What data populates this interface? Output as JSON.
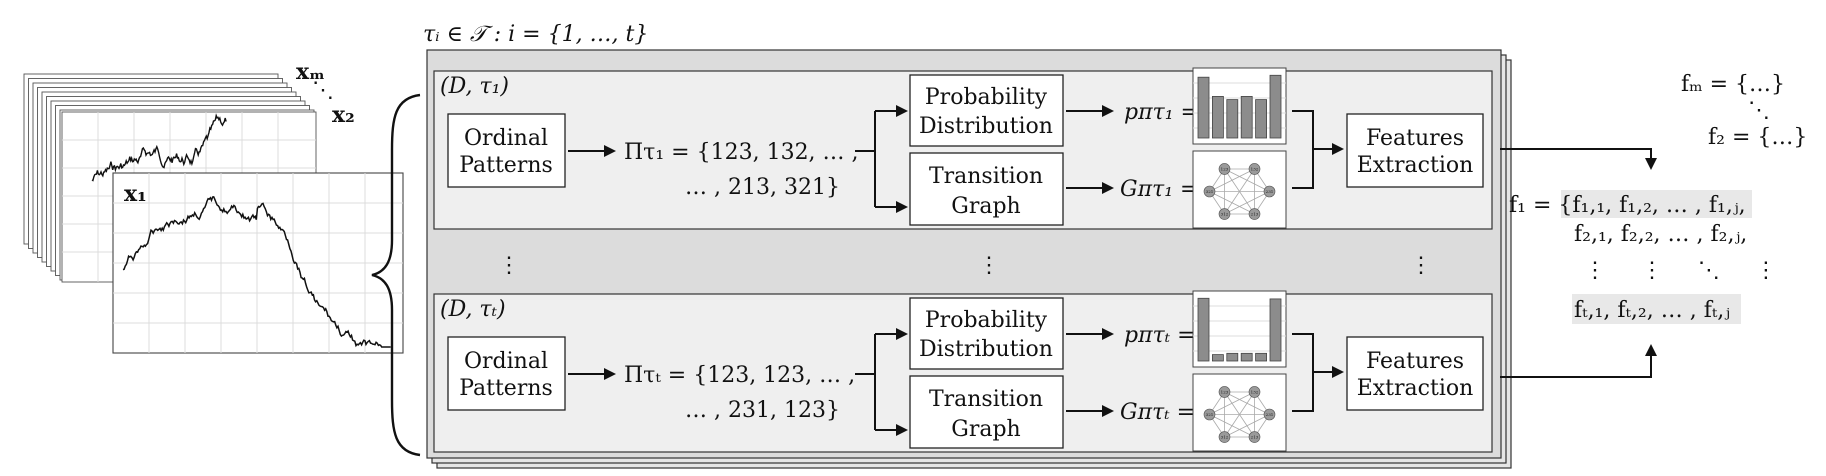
{
  "stack": {
    "label_first": "x₁",
    "label_second": "x₂",
    "label_last": "xₘ",
    "dots": "⋱"
  },
  "main": {
    "header": "τᵢ ∈ 𝒯 : i = {1, …, t}",
    "vdots": "⋮",
    "panels": [
      {
        "tag": "(D, τ₁)",
        "ordinal": [
          "Ordinal",
          "Patterns"
        ],
        "pi_line1": "Πτ₁ = {123, 132, … ,",
        "pi_line2": "… , 213, 321}",
        "prob": [
          "Probability",
          "Distribution"
        ],
        "trans": [
          "Transition",
          "Graph"
        ],
        "p_label": "pπτ₁ =",
        "g_label": "Gπτ₁ =",
        "features": [
          "Features",
          "Extraction"
        ],
        "hist_values": [
          0.95,
          0.65,
          0.6,
          0.65,
          0.6,
          0.98
        ]
      },
      {
        "tag": "(D, τₜ)",
        "ordinal": [
          "Ordinal",
          "Patterns"
        ],
        "pi_line1": "Πτₜ = {123, 123, … ,",
        "pi_line2": "… , 231, 123}",
        "prob": [
          "Probability",
          "Distribution"
        ],
        "trans": [
          "Transition",
          "Graph"
        ],
        "p_label": "pπτₜ =",
        "g_label": "Gπτₜ =",
        "features": [
          "Features",
          "Extraction"
        ],
        "hist_values": [
          0.98,
          0.1,
          0.12,
          0.12,
          0.12,
          0.97
        ]
      }
    ]
  },
  "graph_nodes": [
    "123",
    "132",
    "231",
    "213",
    "312",
    "321"
  ],
  "output": {
    "fm": "fₘ = {…}",
    "dots": "⋱",
    "f2": "f₂ = {…}",
    "f1_line1": "f₁ = {f₁,₁, f₁,₂, … , f₁,ⱼ,",
    "f1_line2": "f₂,₁, f₂,₂, … , f₂,ⱼ,",
    "f1_line3": "⋮     ⋮     ⋱     ⋮",
    "f1_line4": "fₜ,₁, fₜ,₂, … , fₜ,ⱼ"
  }
}
